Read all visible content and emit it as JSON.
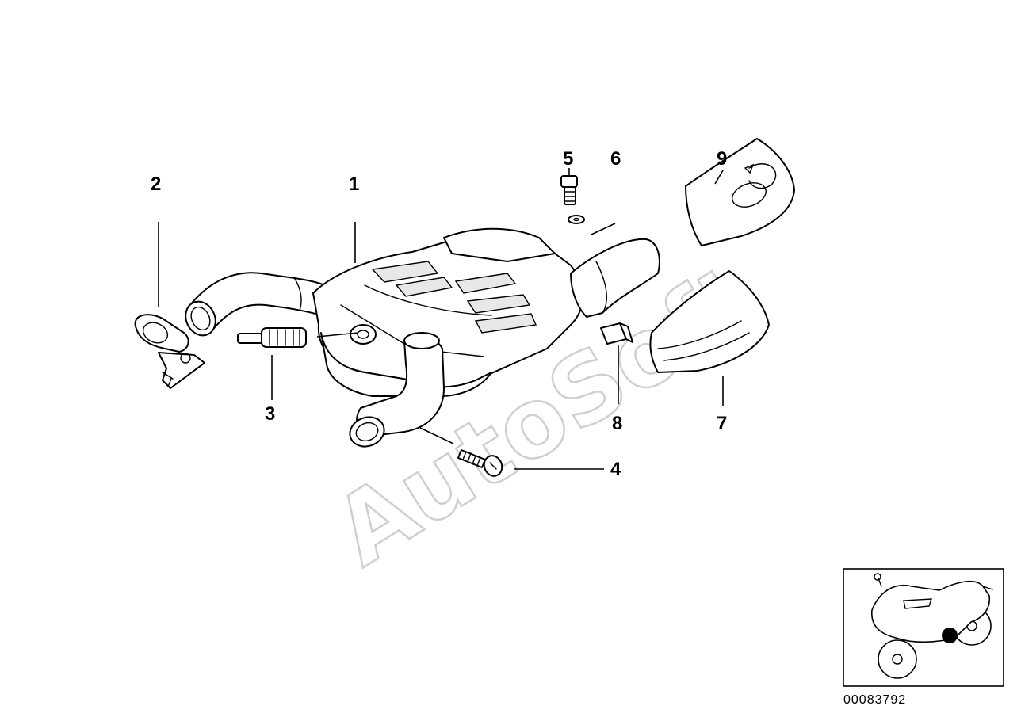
{
  "callouts": [
    {
      "label": "1"
    },
    {
      "label": "2"
    },
    {
      "label": "3"
    },
    {
      "label": "4"
    },
    {
      "label": "5"
    },
    {
      "label": "6"
    },
    {
      "label": "7"
    },
    {
      "label": "8"
    },
    {
      "label": "9"
    }
  ],
  "watermark": "AutoSoft",
  "reference_number": "00083792",
  "locator_marker_color": "#000000"
}
